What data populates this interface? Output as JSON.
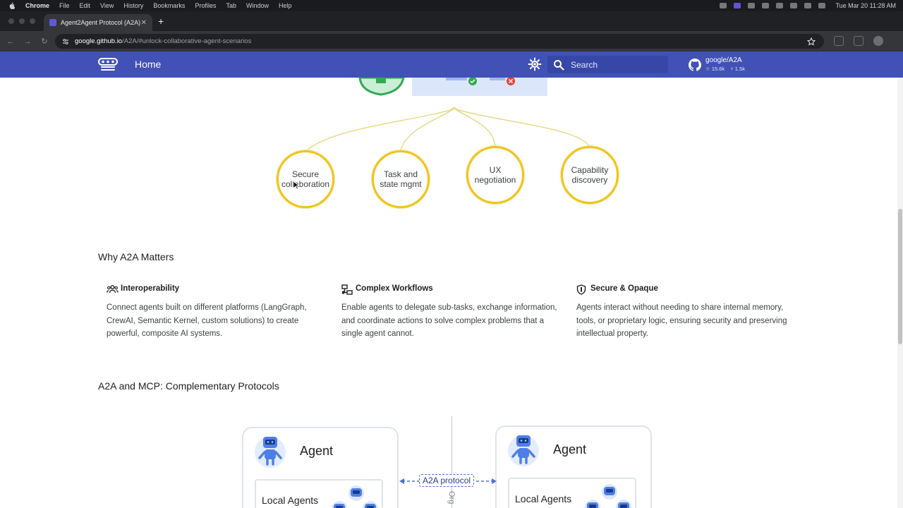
{
  "macos": {
    "app": "Chrome",
    "menus": [
      "File",
      "Edit",
      "View",
      "History",
      "Bookmarks",
      "Profiles",
      "Tab",
      "Window",
      "Help"
    ],
    "clock": "Tue Mar 20  11:28 AM"
  },
  "browser": {
    "tab_title": "Agent2Agent Protocol (A2A)",
    "url_host": "google.github.io",
    "url_rest": "/A2A/#unlock-collaborative-agent-scenarios"
  },
  "site": {
    "home_label": "Home",
    "search_placeholder": "Search",
    "repo_name": "google/A2A",
    "repo_stars": "15.6k",
    "repo_forks": "1.5k"
  },
  "top_diagram": {
    "circles": [
      {
        "line1": "Secure",
        "line2": "collaboration"
      },
      {
        "line1": "Task and",
        "line2": "state mgmt"
      },
      {
        "line1": "UX",
        "line2": "negotiation"
      },
      {
        "line1": "Capability",
        "line2": "discovery"
      }
    ]
  },
  "why": {
    "heading": "Why A2A Matters",
    "features": [
      {
        "icon": "people-icon",
        "title": "Interoperability",
        "desc": "Connect agents built on different platforms (LangGraph, CrewAI, Semantic Kernel, custom solutions) to create powerful, composite AI systems."
      },
      {
        "icon": "workflow-icon",
        "title": "Complex Workflows",
        "desc": "Enable agents to delegate sub-tasks, exchange information, and coordinate actions to solve complex problems that a single agent cannot."
      },
      {
        "icon": "shield-icon",
        "title": "Secure & Opaque",
        "desc": "Agents interact without needing to share internal memory, tools, or proprietary logic, ensuring security and preserving intellectual property."
      }
    ]
  },
  "mcp": {
    "heading": "A2A and MCP: Complementary Protocols",
    "agent_label": "Agent",
    "local_label": "Local Agents",
    "protocol_label": "A2A protocol",
    "vertical_label": "Org"
  },
  "colors": {
    "header": "#4151b5",
    "circle_border": "#f0c419",
    "robot": "#4f7fe6"
  }
}
